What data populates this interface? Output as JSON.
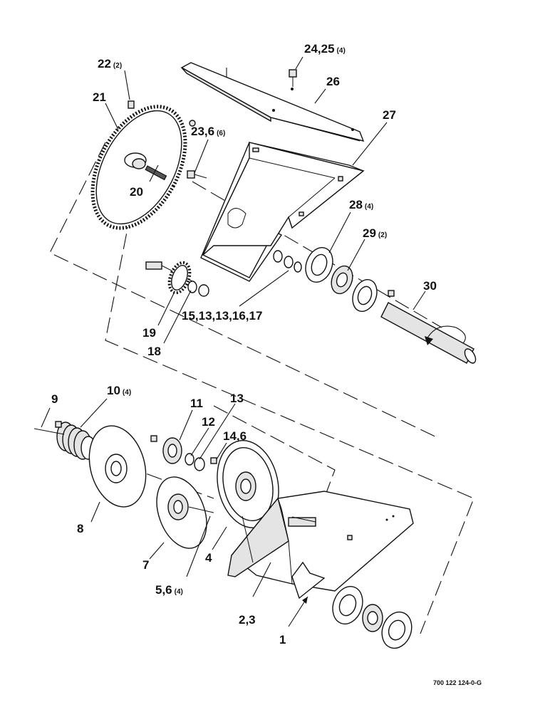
{
  "callouts": [
    {
      "id": "c22",
      "num": "22",
      "qty": "(2)"
    },
    {
      "id": "c21",
      "num": "21",
      "qty": ""
    },
    {
      "id": "c20",
      "num": "20",
      "qty": ""
    },
    {
      "id": "c24",
      "num": "24,25",
      "qty": "(4)"
    },
    {
      "id": "c26",
      "num": "26",
      "qty": ""
    },
    {
      "id": "c27",
      "num": "27",
      "qty": ""
    },
    {
      "id": "c23",
      "num": "23,6",
      "qty": "(6)"
    },
    {
      "id": "c28",
      "num": "28",
      "qty": "(4)"
    },
    {
      "id": "c29",
      "num": "29",
      "qty": "(2)"
    },
    {
      "id": "c30",
      "num": "30",
      "qty": ""
    },
    {
      "id": "c15",
      "num": "15,13,13,16,17",
      "qty": ""
    },
    {
      "id": "c19",
      "num": "19",
      "qty": ""
    },
    {
      "id": "c18",
      "num": "18",
      "qty": ""
    },
    {
      "id": "c9",
      "num": "9",
      "qty": ""
    },
    {
      "id": "c10",
      "num": "10",
      "qty": "(4)"
    },
    {
      "id": "c11",
      "num": "11",
      "qty": ""
    },
    {
      "id": "c13",
      "num": "13",
      "qty": ""
    },
    {
      "id": "c12",
      "num": "12",
      "qty": ""
    },
    {
      "id": "c14",
      "num": "14,6",
      "qty": ""
    },
    {
      "id": "c8",
      "num": "8",
      "qty": ""
    },
    {
      "id": "c7",
      "num": "7",
      "qty": ""
    },
    {
      "id": "c4",
      "num": "4",
      "qty": ""
    },
    {
      "id": "c5",
      "num": "5,6",
      "qty": "(4)"
    },
    {
      "id": "c2",
      "num": "2,3",
      "qty": ""
    },
    {
      "id": "c1",
      "num": "1",
      "qty": ""
    }
  ],
  "drawing_code": "700 122 124-0-G"
}
